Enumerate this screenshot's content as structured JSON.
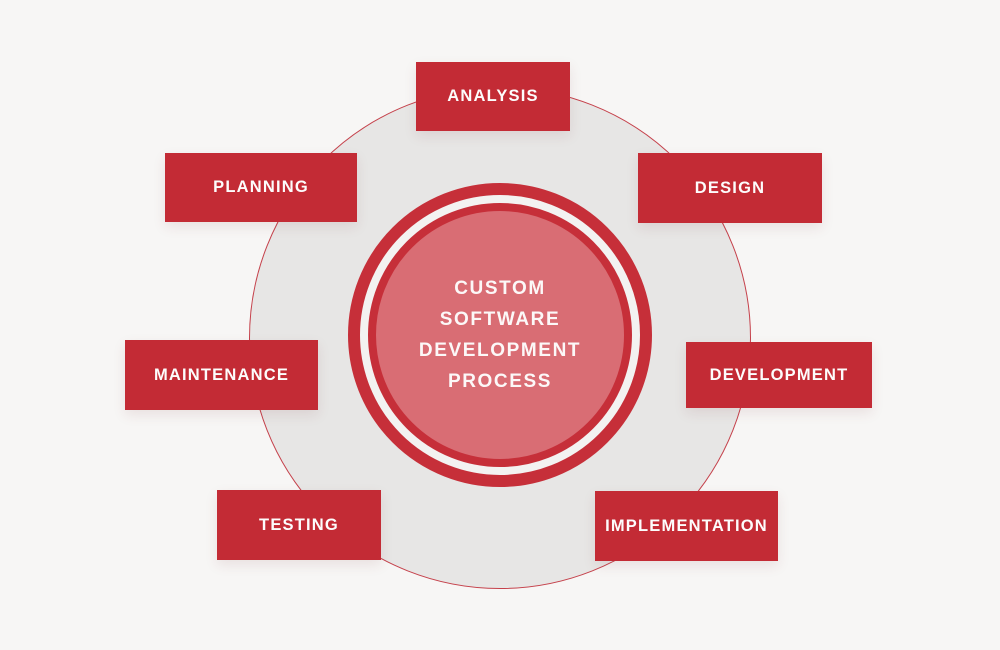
{
  "diagram": {
    "title": "CUSTOM SOFTWARE DEVELOPMENT PROCESS",
    "center": {
      "lines": [
        "CUSTOM",
        "SOFTWARE",
        "DEVELOPMENT",
        "PROCESS"
      ]
    },
    "stages": [
      {
        "id": "analysis",
        "label": "ANALYSIS",
        "position": "top-center"
      },
      {
        "id": "design",
        "label": "DESIGN",
        "position": "top-right"
      },
      {
        "id": "development",
        "label": "DEVELOPMENT",
        "position": "middle-right"
      },
      {
        "id": "implementation",
        "label": "IMPLEMENTATION",
        "position": "bottom-right"
      },
      {
        "id": "testing",
        "label": "TESTING",
        "position": "bottom-left"
      },
      {
        "id": "maintenance",
        "label": "MAINTENANCE",
        "position": "middle-left"
      },
      {
        "id": "planning",
        "label": "PLANNING",
        "position": "top-left"
      }
    ],
    "colors": {
      "background": "#f7f6f5",
      "big_circle_fill": "#e7e6e5",
      "thin_outline": "#c5414b",
      "ring": "#c62f39",
      "ring_gap": "#f3f2f1",
      "inner_fill": "#d96d74",
      "stage_box": "#c32b35",
      "text": "#fdfcfc"
    }
  }
}
